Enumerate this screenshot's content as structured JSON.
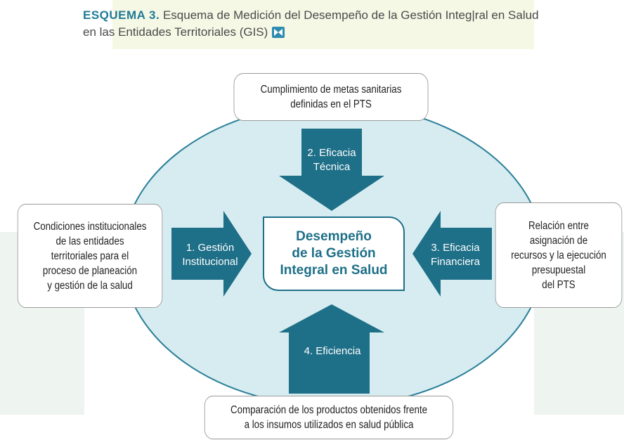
{
  "title": {
    "lead": "ESQUEMA 3.",
    "line1_rest": " Esquema de Medición del Desempeño de la Gestión Integ|ral en Salud",
    "line2": "en las Entidades Territoriales (GIS)"
  },
  "colors": {
    "teal": "#1e6f88",
    "ellipse_fill": "#d6ecf0",
    "ellipse_stroke": "#2a7f98",
    "title_accent": "#1f7a96"
  },
  "center": {
    "line1": "Desempeño",
    "line2": "de la Gestión",
    "line3": "Integral en Salud"
  },
  "arrows": {
    "top": {
      "line1": "2. Eficacia",
      "line2": "Técnica"
    },
    "left": {
      "line1": "1. Gestión",
      "line2": "Institucional"
    },
    "right": {
      "line1": "3. Eficacia",
      "line2": "Financiera"
    },
    "bottom": {
      "line1": "4. Eficiencia"
    }
  },
  "boxes": {
    "top": {
      "line1": "Cumplimiento de metas sanitarias",
      "line2": "definidas en el PTS"
    },
    "left": {
      "line1": "Condiciones institucionales",
      "line2": "de las entidades",
      "line3": "territoriales para el",
      "line4": "proceso de planeación",
      "line5": "y gestión de la salud"
    },
    "right": {
      "line1": "Relación entre",
      "line2": "asignación de",
      "line3": "recursos y la ejecución",
      "line4": "presupuestal",
      "line5": "del PTS"
    },
    "bottom": {
      "line1": "Comparación de los productos obtenidos frente",
      "line2": "a los insumos utilizados en salud pública"
    }
  }
}
